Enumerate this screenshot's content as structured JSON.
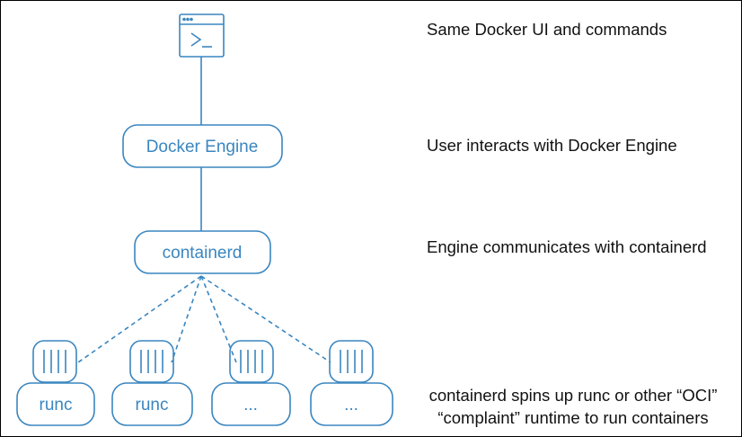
{
  "colors": {
    "stroke": "#3a86c0",
    "text": "#111111",
    "background": "#ffffff"
  },
  "icons": {
    "terminal": "terminal-icon",
    "container": "container-icon"
  },
  "nodes": {
    "engine": "Docker Engine",
    "containerd": "containerd",
    "runtimes": [
      "runc",
      "runc",
      "...",
      "..."
    ]
  },
  "captions": {
    "cli": "Same Docker UI and commands",
    "engine": "User interacts with Docker Engine",
    "containerd": "Engine communicates with containerd",
    "runtime_line1": "containerd spins up runc or other “OCI”",
    "runtime_line2": "“complaint” runtime to run containers"
  }
}
